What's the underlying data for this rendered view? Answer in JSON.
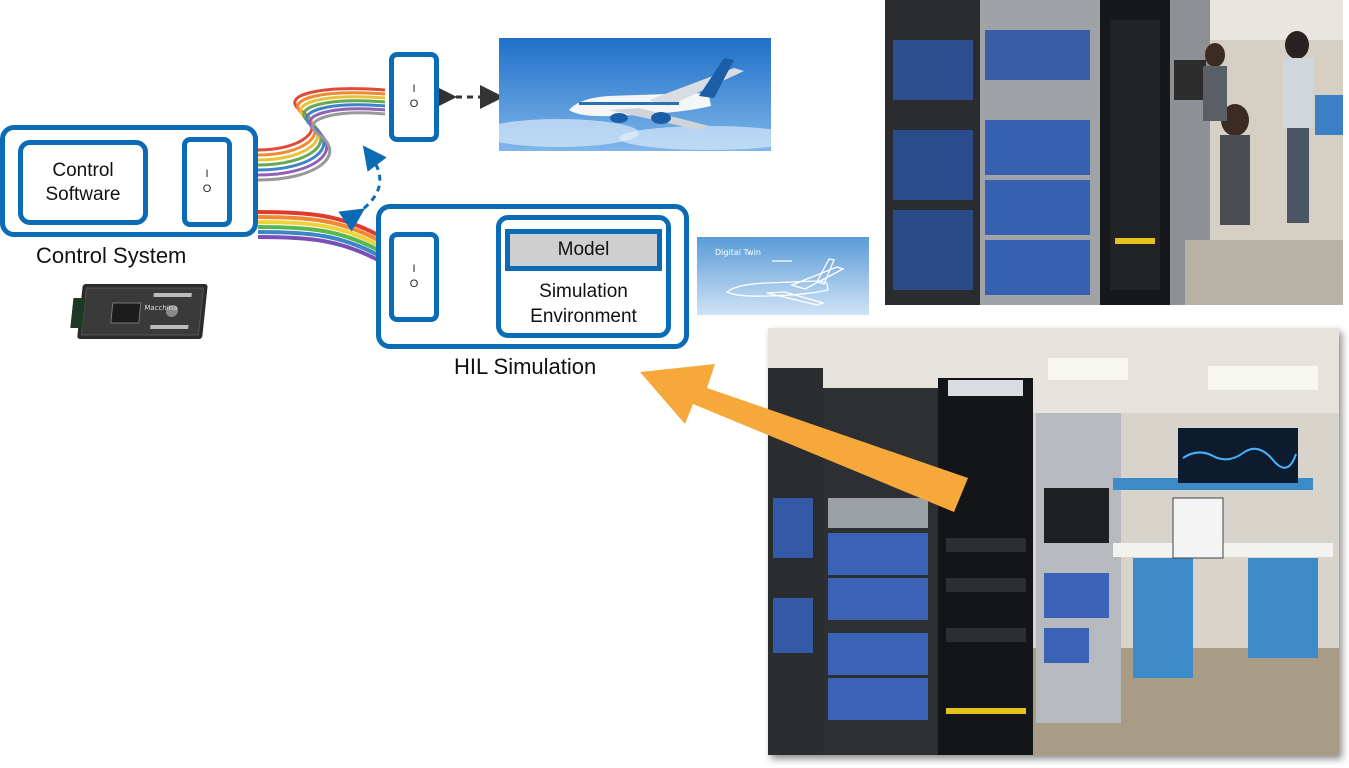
{
  "control_system": {
    "title": "Control System",
    "software_label_line1": "Control",
    "software_label_line2": "Software",
    "io_i": "I",
    "io_o": "O"
  },
  "target": {
    "io_i": "I",
    "io_o": "O"
  },
  "hil": {
    "title": "HIL Simulation",
    "io_i": "I",
    "io_o": "O",
    "model_label": "Model",
    "env_line1": "Simulation",
    "env_line2": "Environment"
  },
  "images": {
    "board_text": "Macchina",
    "digital_twin_text": "Digital Twin"
  },
  "colors": {
    "accent": "#0b6cb5",
    "arrow": "#f7a83a",
    "model_fill": "#cfcfcf"
  }
}
